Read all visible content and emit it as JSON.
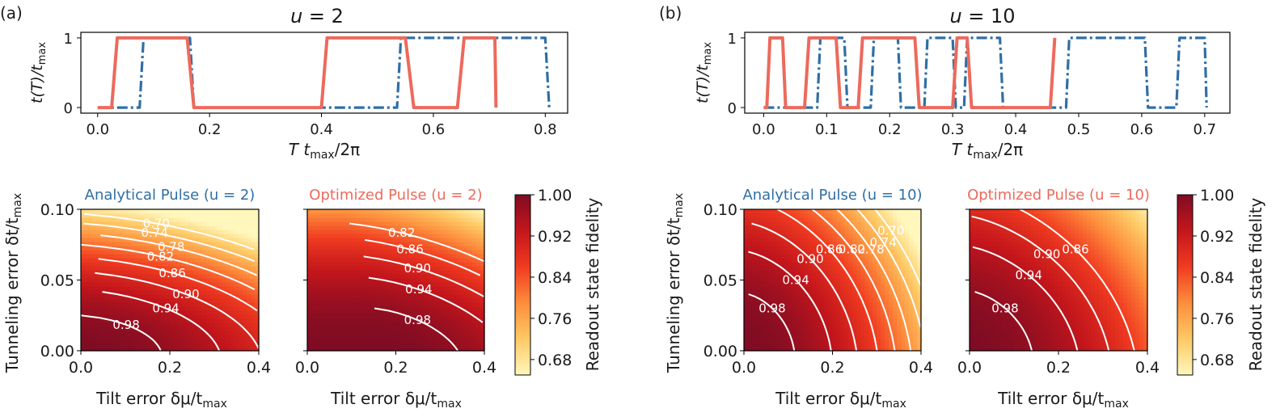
{
  "figure": {
    "panels": [
      {
        "label": "(a)",
        "title_var": "u",
        "title_rest": " = 2"
      },
      {
        "label": "(b)",
        "title_var": "u",
        "title_rest": " = 10"
      }
    ],
    "pulse_ylabel": "t(T)/t",
    "pulse_ylabel_sub": "max",
    "pulse_xlabel": "T t",
    "pulse_xlabel_sub": "max",
    "pulse_xlabel_end": "/2π",
    "heat_ylabel": "Tunneling error  δt/t",
    "heat_ylabel_sub": "max",
    "heat_xlabel": "Tilt error  δμ/t",
    "heat_xlabel_sub": "max",
    "colorbar_label": "Readout state fidelity",
    "colors": {
      "analytical": "#2f6fa5",
      "optimized": "#ec6a5c"
    }
  },
  "chart_data": [
    {
      "type": "line",
      "panel": "(a)",
      "title": "u = 2",
      "xlabel": "T t_max/2π",
      "ylabel": "t(T)/t_max",
      "xlim": [
        -0.03,
        0.84
      ],
      "ylim": [
        -0.08,
        1.08
      ],
      "xticks": [
        0.0,
        0.2,
        0.4,
        0.6,
        0.8
      ],
      "yticks": [
        0,
        1
      ],
      "series": [
        {
          "style": "dashdot",
          "color": "#2f6fa5",
          "x": [
            0.0,
            0.075,
            0.082,
            0.165,
            0.172,
            0.19,
            0.197,
            0.535,
            0.542,
            0.66,
            0.667,
            0.8,
            0.807
          ],
          "y": [
            0,
            0,
            1,
            1,
            0,
            0,
            0,
            0,
            1,
            1,
            1,
            1,
            0
          ]
        },
        {
          "style": "solid",
          "color": "#ec6a5c",
          "x": [
            0.0,
            0.025,
            0.035,
            0.16,
            0.172,
            0.4,
            0.41,
            0.55,
            0.565,
            0.643,
            0.655,
            0.71,
            0.712
          ],
          "y": [
            0,
            0,
            1,
            1,
            0,
            0,
            1,
            1,
            0,
            0,
            1,
            1,
            0
          ]
        }
      ]
    },
    {
      "type": "line",
      "panel": "(b)",
      "title": "u = 10",
      "xlabel": "T t_max/2π",
      "ylabel": "t(T)/t_max",
      "xlim": [
        -0.03,
        0.74
      ],
      "ylim": [
        -0.08,
        1.08
      ],
      "xticks": [
        0.0,
        0.1,
        0.2,
        0.3,
        0.4,
        0.5,
        0.6,
        0.7
      ],
      "yticks": [
        0,
        1
      ],
      "series": [
        {
          "style": "dashdot",
          "color": "#2f6fa5",
          "x": [
            0.0,
            0.085,
            0.09,
            0.128,
            0.133,
            0.17,
            0.175,
            0.213,
            0.218,
            0.255,
            0.26,
            0.3,
            0.305,
            0.318,
            0.323,
            0.375,
            0.38,
            0.48,
            0.485,
            0.605,
            0.61,
            0.655,
            0.66,
            0.7,
            0.703
          ],
          "y": [
            0,
            0,
            1,
            1,
            0,
            0,
            1,
            1,
            0,
            0,
            1,
            1,
            0,
            0,
            1,
            1,
            0,
            0,
            1,
            1,
            0,
            0,
            1,
            1,
            0
          ]
        },
        {
          "style": "solid",
          "color": "#ec6a5c",
          "x": [
            0.0,
            0.005,
            0.01,
            0.03,
            0.035,
            0.065,
            0.072,
            0.115,
            0.122,
            0.15,
            0.157,
            0.24,
            0.247,
            0.3,
            0.307,
            0.323,
            0.33,
            0.455,
            0.462
          ],
          "y": [
            0,
            0,
            1,
            1,
            0,
            0,
            1,
            1,
            0,
            0,
            1,
            1,
            0,
            0,
            1,
            1,
            0,
            0,
            1
          ]
        }
      ]
    },
    {
      "type": "heatmap",
      "panel": "(a)",
      "title": "Analytical Pulse (u = 2)",
      "title_color": "#2f6fa5",
      "xlabel": "Tilt error δμ/t_max",
      "ylabel": "Tunneling error δt/t_max",
      "xlim": [
        0,
        0.4
      ],
      "ylim": [
        0,
        0.1
      ],
      "xticks": [
        0.0,
        0.2,
        0.4
      ],
      "yticks": [
        0.0,
        0.05,
        0.1
      ],
      "model": {
        "a": 0.62,
        "b": 32,
        "shape": "pulse-a"
      },
      "contour_levels": [
        0.98,
        0.94,
        0.9,
        0.86,
        0.82,
        0.78,
        0.74,
        0.7
      ],
      "contour_labels": [
        "0.98",
        "0.94",
        "0.90",
        "0.86",
        "0.82",
        "0.78",
        "0.74",
        "0.70"
      ]
    },
    {
      "type": "heatmap",
      "panel": "(a)",
      "title": "Optimized Pulse (u = 2)",
      "title_color": "#ec6a5c",
      "xlabel": "Tilt error δμ/t_max",
      "xlim": [
        0,
        0.4
      ],
      "ylim": [
        0,
        0.1
      ],
      "xticks": [
        0.0,
        0.2,
        0.4
      ],
      "yticks": [
        0.0,
        0.05,
        0.1
      ],
      "model": {
        "a": 0.78,
        "b": 22,
        "flat": 0.18
      },
      "contour_levels": [
        0.98,
        0.94,
        0.9,
        0.86,
        0.82
      ],
      "contour_labels": [
        "0.98",
        "0.94",
        "0.90",
        "0.86",
        "0.82"
      ]
    },
    {
      "type": "heatmap",
      "panel": "(b)",
      "title": "Analytical Pulse (u = 10)",
      "title_color": "#2f6fa5",
      "xlabel": "Tilt error  δμ/t_max",
      "ylabel": "Tunneling error δt/t_max",
      "xlim": [
        0,
        0.4
      ],
      "ylim": [
        0,
        0.1
      ],
      "xticks": [
        0.0,
        0.2,
        0.4
      ],
      "yticks": [
        0.0,
        0.05,
        0.1
      ],
      "model": {
        "a": 1.55,
        "b": 12
      },
      "contour_levels": [
        0.98,
        0.94,
        0.9,
        0.86,
        0.82,
        0.78,
        0.74,
        0.7
      ],
      "contour_labels": [
        "0.98",
        "0.94",
        "0.90",
        "0.86",
        "0.82",
        "0.78",
        "0.74",
        "0.70"
      ]
    },
    {
      "type": "heatmap",
      "panel": "(b)",
      "title": "Optimized Pulse (u = 10)",
      "title_color": "#ec6a5c",
      "xlabel": "Tilt error  δμ/t_max",
      "xlim": [
        0,
        0.4
      ],
      "ylim": [
        0,
        0.1
      ],
      "xticks": [
        0.0,
        0.2,
        0.4
      ],
      "yticks": [
        0.0,
        0.05,
        0.1
      ],
      "model": {
        "a": 1.02,
        "b": 11
      },
      "contour_levels": [
        0.98,
        0.94,
        0.9,
        0.86
      ],
      "contour_labels": [
        "0.98",
        "0.94",
        "0.90",
        "0.86"
      ]
    },
    {
      "type": "colorbar",
      "label": "Readout state fidelity",
      "range": [
        0.65,
        1.0
      ],
      "ticks": [
        "0.68",
        "0.76",
        "0.84",
        "0.92",
        "1.00"
      ],
      "tick_values": [
        0.68,
        0.76,
        0.84,
        0.92,
        1.0
      ]
    }
  ]
}
